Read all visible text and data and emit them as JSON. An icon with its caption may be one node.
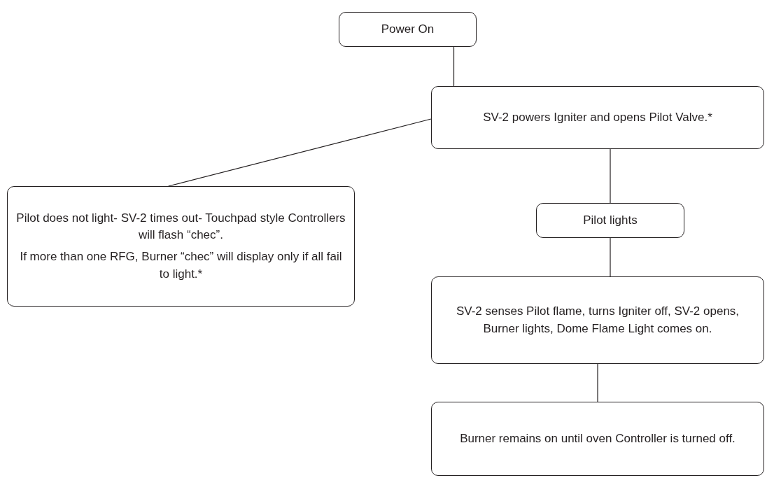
{
  "diagram": {
    "nodes": [
      {
        "text": [
          "Power On"
        ]
      },
      {
        "text": [
          "SV-2 powers Igniter and opens Pilot Valve.*"
        ]
      },
      {
        "text": [
          "Pilot does not light- SV-2 times out- Touchpad style Controllers will flash “chec”.",
          "If more than one RFG, Burner “chec” will display only if all fail to light.*"
        ]
      },
      {
        "text": [
          "Pilot lights"
        ]
      },
      {
        "text": [
          "SV-2 senses Pilot flame, turns Igniter off, SV-2 opens, Burner lights, Dome Flame Light comes on."
        ]
      },
      {
        "text": [
          "Burner remains on until oven Controller is turned off."
        ]
      }
    ],
    "edges": [
      {
        "from": 0,
        "to": 1,
        "arrow": "none"
      },
      {
        "from": 1,
        "to": 2,
        "arrow": "none"
      },
      {
        "from": 1,
        "to": 3,
        "arrow": "none"
      },
      {
        "from": 3,
        "to": 4,
        "arrow": "none"
      },
      {
        "from": 4,
        "to": 5,
        "arrow": "none"
      }
    ]
  }
}
